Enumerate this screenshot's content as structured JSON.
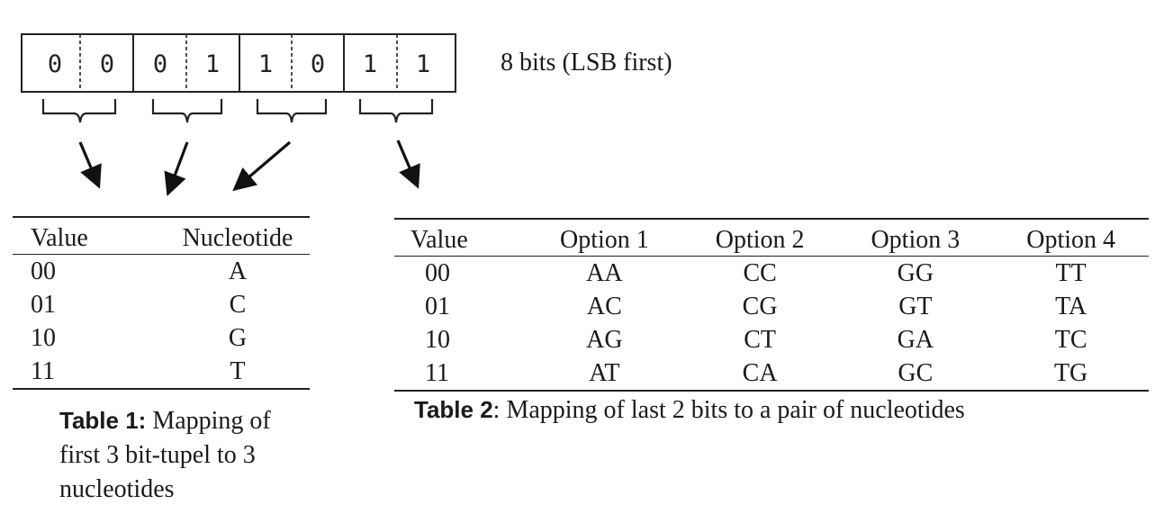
{
  "bits": [
    "0",
    "0",
    "0",
    "1",
    "1",
    "0",
    "1",
    "1"
  ],
  "bits_caption": "8 bits (LSB first)",
  "table1": {
    "headers": [
      "Value",
      "Nucleotide"
    ],
    "rows": [
      [
        "00",
        "A"
      ],
      [
        "01",
        "C"
      ],
      [
        "10",
        "G"
      ],
      [
        "11",
        "T"
      ]
    ],
    "caption_label": "Table 1:",
    "caption_text": " Mapping of first 3 bit-tupel to 3 nucleotides"
  },
  "table2": {
    "headers": [
      "Value",
      "Option 1",
      "Option 2",
      "Option 3",
      "Option 4"
    ],
    "rows": [
      [
        "00",
        "AA",
        "CC",
        "GG",
        "TT"
      ],
      [
        "01",
        "AC",
        "CG",
        "GT",
        "TA"
      ],
      [
        "10",
        "AG",
        "CT",
        "GA",
        "TC"
      ],
      [
        "11",
        "AT",
        "CA",
        "GC",
        "TG"
      ]
    ],
    "caption_label": "Table 2",
    "caption_text": ": Mapping of last 2 bits to a pair of nucleotides"
  }
}
